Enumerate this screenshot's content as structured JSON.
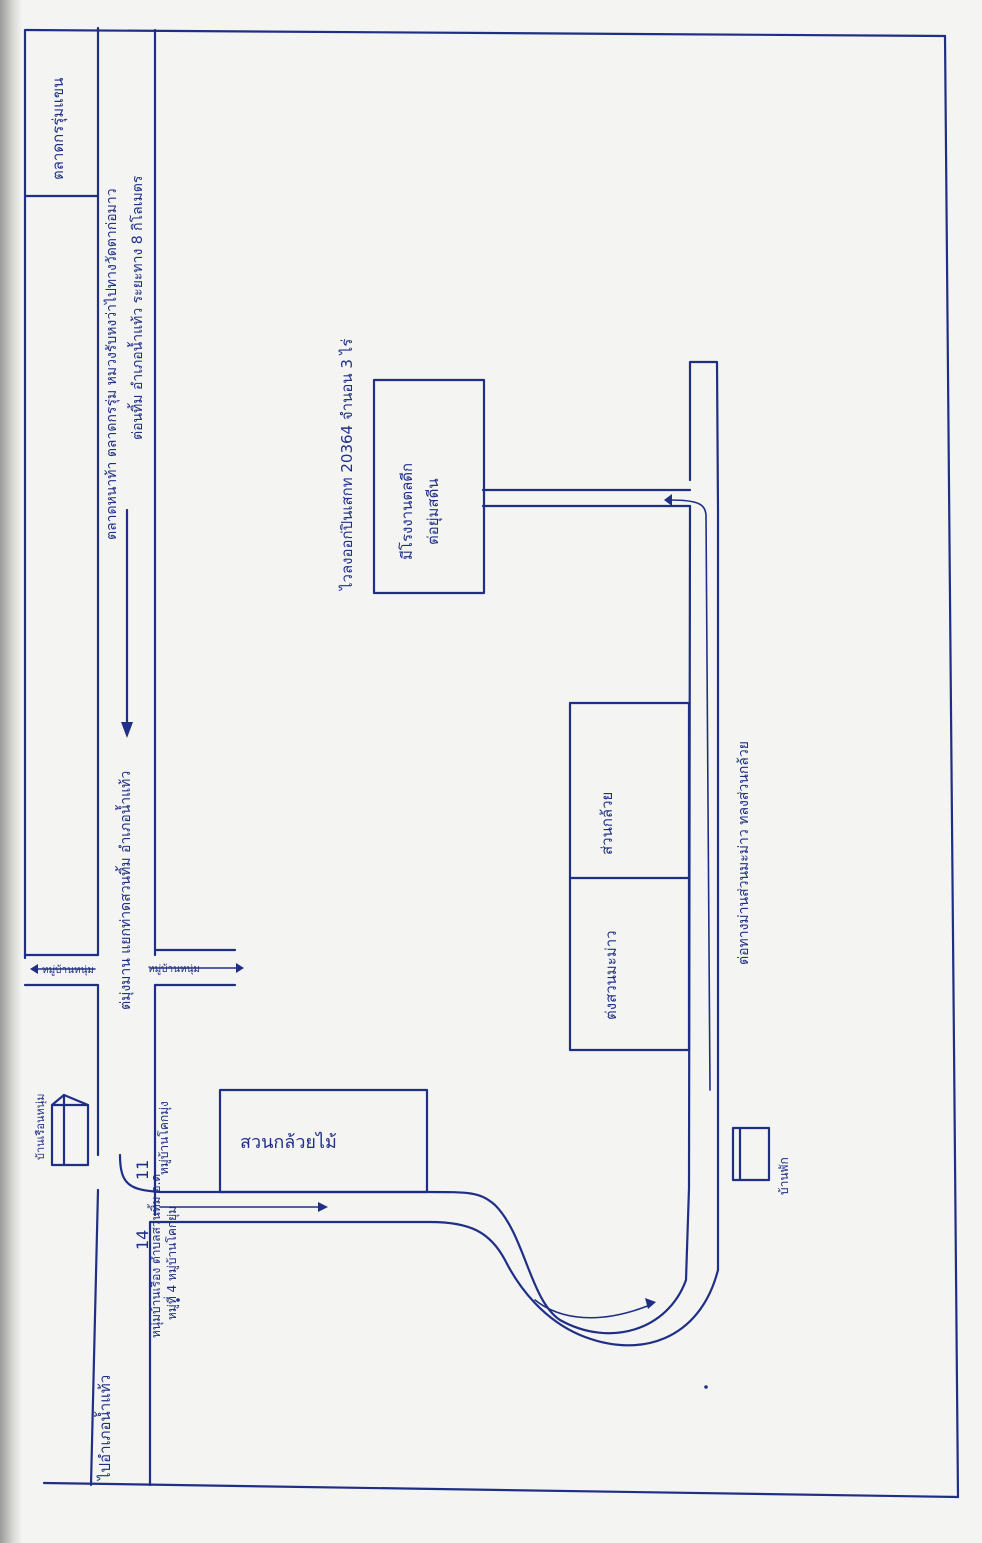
{
  "colors": {
    "ink": "#1f2f86",
    "paper": "#f4f4f2"
  },
  "labels": {
    "market_top": "ตลาดกรรุ่มแขน",
    "main_road_note_1": "ตลาดหนาท้า ตลาดกรรุ่ม หมวงรับหงว่าไปทางวัดตาก่อมาว",
    "main_road_note_2": "ต่อนทิ้ม อำเภอน้ำแท้ว ระยะทาง 8 กิโลเมตร",
    "factory_note": "ไวลงออก่ปินเสกท 20364 จำนอน 3 ไร่",
    "factory_box_1": "มีโรงงานตลดีก",
    "factory_box_2": "ต่อยุ่มสดีน",
    "garden_mango_road": "ต่งสวนมะม่าว",
    "garden_banana_road": "ส่วนกล้วย",
    "lower_road_note": "ต่อทางม่านส่วนมะม่าว ทลงส่วนกล้วย",
    "junction_main": "ต่มุ่งมาน แยกท่าดสวนทิ้ม อำเภอน้ำแท้ว",
    "side_road_left": "หมู่บ้านหนุ่ม",
    "side_road_right": "หมู่บ้านหนุ่ม",
    "village_label": "หมู่บ้านโคกมุ่ง",
    "banana_box": "สวนกล้วยไม้",
    "house_left": "บ้านเรือนหนุ่ม",
    "house_right": "บ้านพัก",
    "village_road_note": "หนุ่มบ้านเรือง ตำบลสวนทิ้ม อ.ด",
    "village_road_note_2": "หมู่ที่ 4 หมู่บ้านโคกยุ่ม",
    "road_num_1": "11",
    "road_num_2": "14",
    "bottom_left": "ไปอำเภอน้ำแท้ว"
  }
}
